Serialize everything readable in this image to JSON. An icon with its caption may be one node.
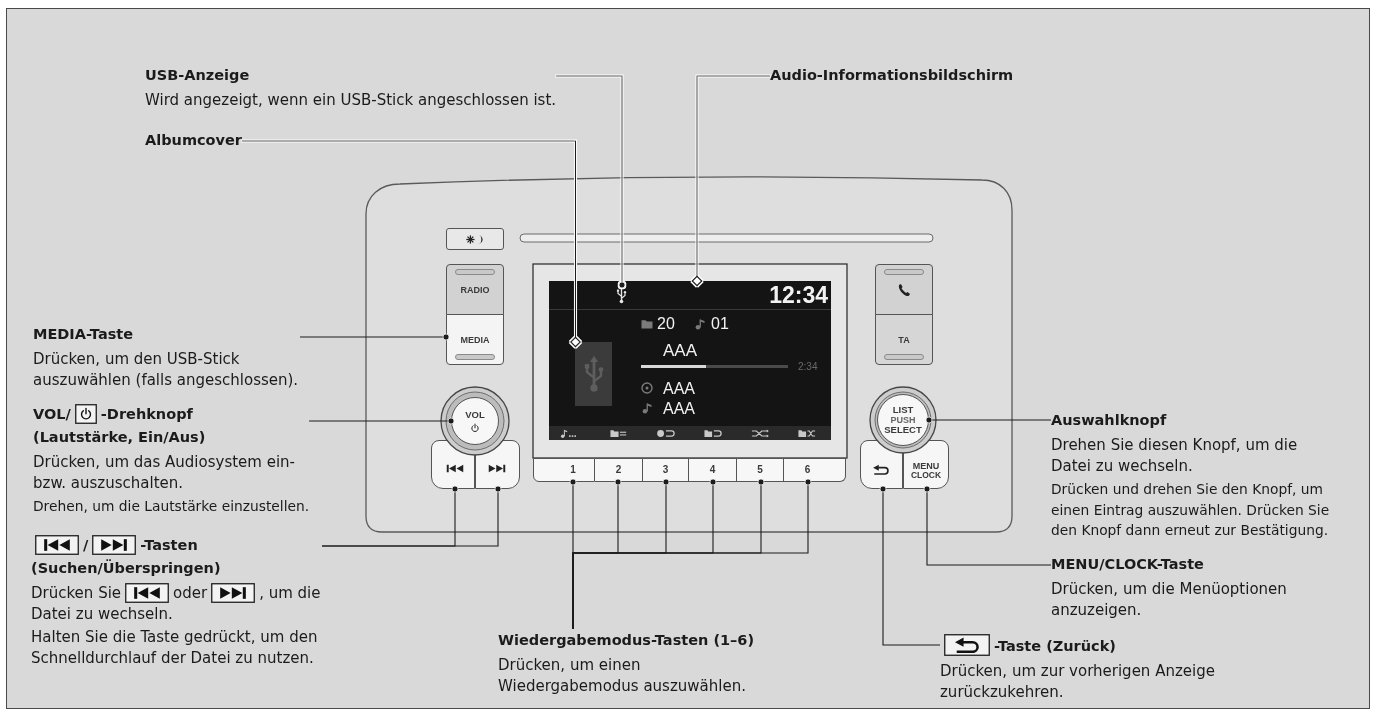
{
  "diagram": {
    "nodes": [
      {
        "text": [
          "USB-Anzeige",
          "Wird angezeigt, wenn ein USB-Stick angeschlossen ist."
        ]
      },
      {
        "text": [
          "Albumcover"
        ]
      },
      {
        "text": [
          "Audio-Informationsbildschirm"
        ]
      },
      {
        "text": [
          "MEDIA-Taste",
          "Drücken, um den USB-Stick auszuwählen (falls angeschlossen)."
        ]
      },
      {
        "text": [
          "VOL/",
          "-Drehknopf (Lautstärke, Ein/Aus)",
          "Drücken, um das Audiosystem ein- bzw. auszuschalten.",
          "Drehen, um die Lautstärke einzustellen."
        ]
      },
      {
        "text": [
          "/",
          "-Tasten (Suchen/Überspringen)",
          "Drücken Sie",
          "oder",
          ", um die Datei zu wechseln.",
          "Halten Sie die Taste gedrückt, um den Schnelldurchlauf der Datei zu nutzen."
        ]
      },
      {
        "text": [
          "Wiedergabemodus-Tasten (1–6)",
          "Drücken, um einen Wiedergabemodus auszuwählen."
        ]
      },
      {
        "text": [
          "Auswahlknopf",
          "Drehen Sie diesen Knopf, um die Datei zu wechseln.",
          "Drücken und drehen Sie den Knopf, um einen Eintrag auszuwählen. Drücken Sie den Knopf dann erneut zur Bestätigung."
        ]
      },
      {
        "text": [
          "MENU/CLOCK-Taste",
          "Drücken, um die Menüoptionen anzuzeigen."
        ]
      },
      {
        "text": [
          "-Taste (Zurück)",
          "Drücken, um zur vorherigen Anzeige zurückzukehren."
        ]
      },
      {
        "text": [],
        "shape": "box"
      },
      {
        "text": [
          "RADIO"
        ]
      },
      {
        "text": [
          "MEDIA"
        ]
      },
      {
        "text": [
          "12:34",
          "20",
          "01",
          "AAA",
          "2:34",
          "AAA",
          "AAA"
        ]
      },
      {
        "text": [],
        "shape": "picture",
        "in": 13
      },
      {
        "text": [],
        "shape": "picture",
        "in": 13
      },
      {
        "text": [],
        "shape": "box"
      },
      {
        "text": [
          "TA"
        ]
      },
      {
        "text": [
          "VOL"
        ]
      },
      {
        "text": [
          "LIST",
          "PUSH",
          "SELECT"
        ]
      },
      {
        "text": [],
        "shape": "box"
      },
      {
        "text": [],
        "shape": "box"
      },
      {
        "text": [
          "1"
        ]
      },
      {
        "text": [
          "2"
        ]
      },
      {
        "text": [
          "3"
        ]
      },
      {
        "text": [
          "4"
        ]
      },
      {
        "text": [
          "5"
        ]
      },
      {
        "text": [
          "6"
        ]
      },
      {
        "text": [],
        "shape": "box"
      },
      {
        "text": [
          "MENU",
          "CLOCK"
        ]
      }
    ],
    "edges": [
      {
        "from": 0,
        "to": 14,
        "arrow": "other"
      },
      {
        "from": 1,
        "to": 15,
        "arrow": "other"
      },
      {
        "from": 2,
        "to": 13,
        "arrow": "other"
      },
      {
        "from": 3,
        "to": 12,
        "arrow": "other"
      },
      {
        "from": 4,
        "to": 18,
        "arrow": "other"
      },
      {
        "from": 5,
        "to": 20,
        "arrow": "other"
      },
      {
        "from": 5,
        "to": 21,
        "arrow": "other"
      },
      {
        "from": 6,
        "to": 22,
        "arrow": "other"
      },
      {
        "from": 6,
        "to": 23,
        "arrow": "other"
      },
      {
        "from": 6,
        "to": 24,
        "arrow": "other"
      },
      {
        "from": 6,
        "to": 25,
        "arrow": "other"
      },
      {
        "from": 6,
        "to": 26,
        "arrow": "other"
      },
      {
        "from": 6,
        "to": 27,
        "arrow": "other"
      },
      {
        "from": 7,
        "to": 19,
        "arrow": "other"
      },
      {
        "from": 8,
        "to": 29,
        "arrow": "other"
      },
      {
        "from": 9,
        "to": 28,
        "arrow": "other"
      }
    ]
  }
}
